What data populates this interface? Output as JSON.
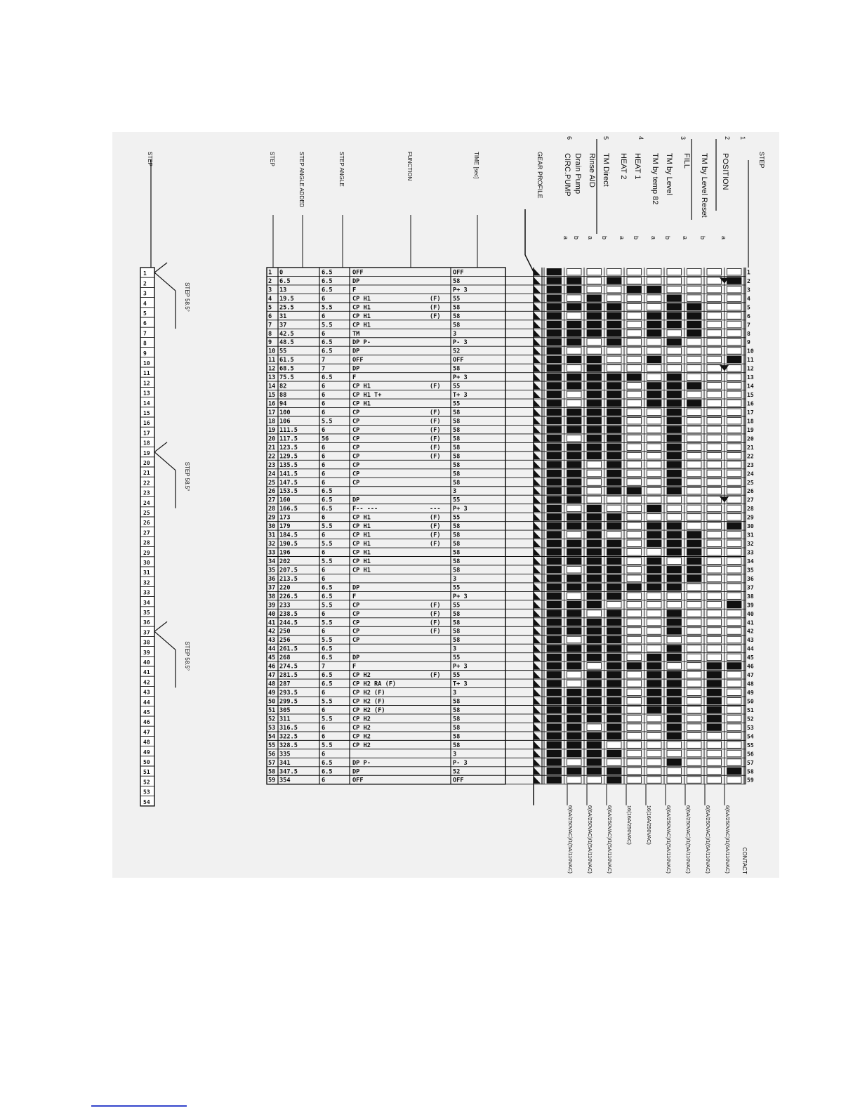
{
  "header": {
    "step": "STEP",
    "step_nums": [
      "1",
      "2",
      "3",
      "4",
      "5",
      "6"
    ],
    "names": [
      "POSITION",
      "TM by Level Reset",
      "FILL",
      "TM by Level",
      "TM by temp 82",
      "HEAT 1",
      "HEAT 2",
      "TM Direct",
      "Rinse AID",
      "Drain Pump",
      "CIRC.PUMP"
    ],
    "gear_profile": "GEAR PROFILE",
    "time_sec": "TIME [sec]",
    "function": "FUNCTION",
    "step_angle": "STEP ANGLE",
    "step_angle_added": "STEP ANGLE ADDED",
    "step_short": "STEP",
    "contact": "CONTACT",
    "ratings": [
      "6(6A/250VAC)/1(5A/110VAC)",
      "6(6A/250VAC)/1(5A/110VAC)",
      "6(6A/250VAC)/1(5A/110VAC)",
      "16(16A/250VAC)",
      "16(16A/250VAC)",
      "6(6A/250VAC)/1(5A/110VAC)",
      "6(6A/250VAC)/1(5A/110VAC)",
      "6(6A/250VAC)/1(6A/110VAC)",
      "6(6A/250VAC)/1(6A/110VAC)"
    ],
    "contact_letters": [
      "a",
      "b",
      "a",
      "b",
      "a",
      "b",
      "a",
      "b",
      "a",
      "b",
      "a",
      "b",
      "a",
      "b",
      "a",
      "b",
      "a",
      "b"
    ]
  },
  "steps": [
    {
      "n": "1",
      "added": "0",
      "angle": "6.5",
      "func": "OFF",
      "flag": "",
      "time": "OFF"
    },
    {
      "n": "2",
      "added": "6.5",
      "angle": "6.5",
      "func": "DP",
      "flag": "",
      "time": "58"
    },
    {
      "n": "3",
      "added": "13",
      "angle": "6.5",
      "func": "F",
      "flag": "",
      "time": "P+  3"
    },
    {
      "n": "4",
      "added": "19.5",
      "angle": "6",
      "func": "CP  H1",
      "flag": "(F)",
      "time": "55"
    },
    {
      "n": "5",
      "added": "25.5",
      "angle": "5.5",
      "func": "CP  H1",
      "flag": "(F)",
      "time": "58"
    },
    {
      "n": "6",
      "added": "31",
      "angle": "6",
      "func": "CP  H1",
      "flag": "(F)",
      "time": "58"
    },
    {
      "n": "7",
      "added": "37",
      "angle": "5.5",
      "func": "CP  H1",
      "flag": "",
      "time": "58"
    },
    {
      "n": "8",
      "added": "42.5",
      "angle": "6",
      "func": "TM",
      "flag": "",
      "time": "3"
    },
    {
      "n": "9",
      "added": "48.5",
      "angle": "6.5",
      "func": "DP       P-",
      "flag": "",
      "time": "P-  3"
    },
    {
      "n": "10",
      "added": "55",
      "angle": "6.5",
      "func": "DP",
      "flag": "",
      "time": "52"
    },
    {
      "n": "11",
      "added": "61.5",
      "angle": "7",
      "func": "OFF",
      "flag": "",
      "time": "OFF"
    },
    {
      "n": "12",
      "added": "68.5",
      "angle": "7",
      "func": "DP",
      "flag": "",
      "time": "58"
    },
    {
      "n": "13",
      "added": "75.5",
      "angle": "6.5",
      "func": "F",
      "flag": "",
      "time": "P+  3"
    },
    {
      "n": "14",
      "added": "82",
      "angle": "6",
      "func": "CP  H1",
      "flag": "(F)",
      "time": "55"
    },
    {
      "n": "15",
      "added": "88",
      "angle": "6",
      "func": "CP  H1 T+",
      "flag": "",
      "time": "T+  3"
    },
    {
      "n": "16",
      "added": "94",
      "angle": "6",
      "func": "CP  H1",
      "flag": "",
      "time": "55"
    },
    {
      "n": "17",
      "added": "100",
      "angle": "6",
      "func": "CP",
      "flag": "(F)",
      "time": "58"
    },
    {
      "n": "18",
      "added": "106",
      "angle": "5.5",
      "func": "CP",
      "flag": "(F)",
      "time": "58"
    },
    {
      "n": "19",
      "added": "111.5",
      "angle": "6",
      "func": "CP",
      "flag": "(F)",
      "time": "58"
    },
    {
      "n": "20",
      "added": "117.5",
      "angle": "56",
      "func": "CP",
      "flag": "(F)",
      "time": "58"
    },
    {
      "n": "21",
      "added": "123.5",
      "angle": "6",
      "func": "CP",
      "flag": "(F)",
      "time": "58"
    },
    {
      "n": "22",
      "added": "129.5",
      "angle": "6",
      "func": "CP",
      "flag": "(F)",
      "time": "58"
    },
    {
      "n": "23",
      "added": "135.5",
      "angle": "6",
      "func": "CP",
      "flag": "",
      "time": "58"
    },
    {
      "n": "24",
      "added": "141.5",
      "angle": "6",
      "func": "CP",
      "flag": "",
      "time": "58"
    },
    {
      "n": "25",
      "added": "147.5",
      "angle": "6",
      "func": "CP",
      "flag": "",
      "time": "58"
    },
    {
      "n": "26",
      "added": "153.5",
      "angle": "6.5",
      "func": "",
      "flag": "",
      "time": "3"
    },
    {
      "n": "27",
      "added": "160",
      "angle": "6.5",
      "func": "DP",
      "flag": "",
      "time": "55"
    },
    {
      "n": "28",
      "added": "166.5",
      "angle": "6.5",
      "func": "F-- ---",
      "flag": "---",
      "time": "P+  3"
    },
    {
      "n": "29",
      "added": "173",
      "angle": "6",
      "func": "CP  H1",
      "flag": "(F)",
      "time": "55"
    },
    {
      "n": "30",
      "added": "179",
      "angle": "5.5",
      "func": "CP  H1",
      "flag": "(F)",
      "time": "58"
    },
    {
      "n": "31",
      "added": "184.5",
      "angle": "6",
      "func": "CP  H1",
      "flag": "(F)",
      "time": "58"
    },
    {
      "n": "32",
      "added": "190.5",
      "angle": "5.5",
      "func": "CP  H1",
      "flag": "(F)",
      "time": "58"
    },
    {
      "n": "33",
      "added": "196",
      "angle": "6",
      "func": "CP  H1",
      "flag": "",
      "time": "58"
    },
    {
      "n": "34",
      "added": "202",
      "angle": "5.5",
      "func": "CP  H1",
      "flag": "",
      "time": "58"
    },
    {
      "n": "35",
      "added": "207.5",
      "angle": "6",
      "func": "CP  H1",
      "flag": "",
      "time": "58"
    },
    {
      "n": "36",
      "added": "213.5",
      "angle": "6",
      "func": "",
      "flag": "",
      "time": "3"
    },
    {
      "n": "37",
      "added": "220",
      "angle": "6.5",
      "func": "DP",
      "flag": "",
      "time": "55"
    },
    {
      "n": "38",
      "added": "226.5",
      "angle": "6.5",
      "func": "F",
      "flag": "",
      "time": "P+  3"
    },
    {
      "n": "39",
      "added": "233",
      "angle": "5.5",
      "func": "CP",
      "flag": "(F)",
      "time": "55"
    },
    {
      "n": "40",
      "added": "238.5",
      "angle": "6",
      "func": "CP",
      "flag": "(F)",
      "time": "58"
    },
    {
      "n": "41",
      "added": "244.5",
      "angle": "5.5",
      "func": "CP",
      "flag": "(F)",
      "time": "58"
    },
    {
      "n": "42",
      "added": "250",
      "angle": "6",
      "func": "CP",
      "flag": "(F)",
      "time": "58"
    },
    {
      "n": "43",
      "added": "256",
      "angle": "5.5",
      "func": "CP",
      "flag": "",
      "time": "58"
    },
    {
      "n": "44",
      "added": "261.5",
      "angle": "6.5",
      "func": "",
      "flag": "",
      "time": "3"
    },
    {
      "n": "45",
      "added": "268",
      "angle": "6.5",
      "func": "DP",
      "flag": "",
      "time": "55"
    },
    {
      "n": "46",
      "added": "274.5",
      "angle": "7",
      "func": "F",
      "flag": "",
      "time": "P+  3"
    },
    {
      "n": "47",
      "added": "281.5",
      "angle": "6.5",
      "func": "CP  H2",
      "flag": "(F)",
      "time": "55"
    },
    {
      "n": "48",
      "added": "287",
      "angle": "6.5",
      "func": "CP  H2 RA (F)",
      "flag": "",
      "time": "T+  3"
    },
    {
      "n": "49",
      "added": "293.5",
      "angle": "6",
      "func": "CP  H2 (F)",
      "flag": "",
      "time": "3"
    },
    {
      "n": "50",
      "added": "299.5",
      "angle": "5.5",
      "func": "CP  H2 (F)",
      "flag": "",
      "time": "58"
    },
    {
      "n": "51",
      "added": "305",
      "angle": "6",
      "func": "CP  H2 (F)",
      "flag": "",
      "time": "58"
    },
    {
      "n": "52",
      "added": "311",
      "angle": "5.5",
      "func": "CP  H2",
      "flag": "",
      "time": "58"
    },
    {
      "n": "53",
      "added": "316.5",
      "angle": "6",
      "func": "CP  H2",
      "flag": "",
      "time": "58"
    },
    {
      "n": "54",
      "added": "322.5",
      "angle": "6",
      "func": "CP  H2",
      "flag": "",
      "time": "58"
    },
    {
      "n": "55",
      "added": "328.5",
      "angle": "5.5",
      "func": "CP  H2",
      "flag": "",
      "time": "58"
    },
    {
      "n": "56",
      "added": "335",
      "angle": "6",
      "func": "",
      "flag": "",
      "time": "3"
    },
    {
      "n": "57",
      "added": "341",
      "angle": "6.5",
      "func": "DP       P-",
      "flag": "",
      "time": "P-  3"
    },
    {
      "n": "58",
      "added": "347.5",
      "angle": "6.5",
      "func": "DP",
      "flag": "",
      "time": "52"
    },
    {
      "n": "59",
      "added": "354",
      "angle": "6",
      "func": "OFF",
      "flag": "",
      "time": "OFF"
    }
  ],
  "step_ruler": {
    "label": "STEP",
    "numbers": [
      "1",
      "2",
      "3",
      "4",
      "5",
      "6",
      "7",
      "8",
      "9",
      "10",
      "11",
      "12",
      "13",
      "14",
      "15",
      "16",
      "17",
      "18",
      "19",
      "20",
      "21",
      "22",
      "23",
      "24",
      "25",
      "26",
      "27",
      "28",
      "29",
      "30",
      "31",
      "32",
      "33",
      "34",
      "35",
      "36",
      "37",
      "38",
      "39",
      "40",
      "41",
      "42",
      "43",
      "44",
      "45",
      "46",
      "47",
      "48",
      "49",
      "50",
      "51",
      "52",
      "53",
      "54"
    ],
    "markers": [
      {
        "at_step": 1,
        "label": "STEP 58.5°"
      },
      {
        "at_step": 19,
        "label": "STEP 58.5°"
      },
      {
        "at_step": 37,
        "label": "STEP 58.5°"
      }
    ]
  },
  "pattern_rows": [
    "11111111111111111111111111111111111111111111111111111111111",
    "01101011101011001110111111101101110110111101110011111111010",
    "00011111001111111111110000011111111111101111101111110111110",
    "01001111100011111111111111001101111111011111111111111101011",
    "00100000000010000000000001000000000010000000010000000000000",
    "00100111001001110000000000010111011110000000111111100000000",
    "00011110100011111111111111000111101110011101101111111100100",
    "00001111000001010000000000000011111100000000000000000000000",
    "00000000000000000000000000000000000000000000011111111000000",
    "01000000001000000000000000000100000000100000010000000000010"
  ]
}
